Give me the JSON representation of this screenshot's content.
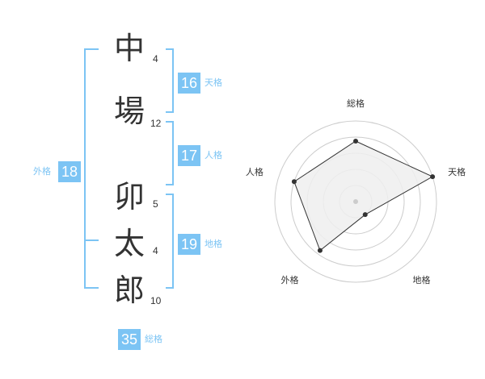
{
  "name_chars": [
    {
      "char": "中",
      "strokes": "4"
    },
    {
      "char": "場",
      "strokes": "12"
    },
    {
      "char": "卯",
      "strokes": "5"
    },
    {
      "char": "太",
      "strokes": "4"
    },
    {
      "char": "郎",
      "strokes": "10"
    }
  ],
  "fortunes": {
    "tenkaku": {
      "label": "天格",
      "value": "16"
    },
    "jinkaku": {
      "label": "人格",
      "value": "17"
    },
    "chikaku": {
      "label": "地格",
      "value": "19"
    },
    "gaikaku": {
      "label": "外格",
      "value": "18"
    },
    "soukaku": {
      "label": "総格",
      "value": "35"
    }
  },
  "colors": {
    "accent": "#7cc4f4",
    "text": "#333333",
    "grid": "#cccccc",
    "fill": "#efefef"
  },
  "chart_data": {
    "type": "radar",
    "axes": [
      "総格",
      "天格",
      "地格",
      "外格",
      "人格"
    ],
    "values": [
      0.75,
      1.0,
      0.2,
      0.75,
      0.8
    ],
    "max": 1,
    "rings": 5
  }
}
